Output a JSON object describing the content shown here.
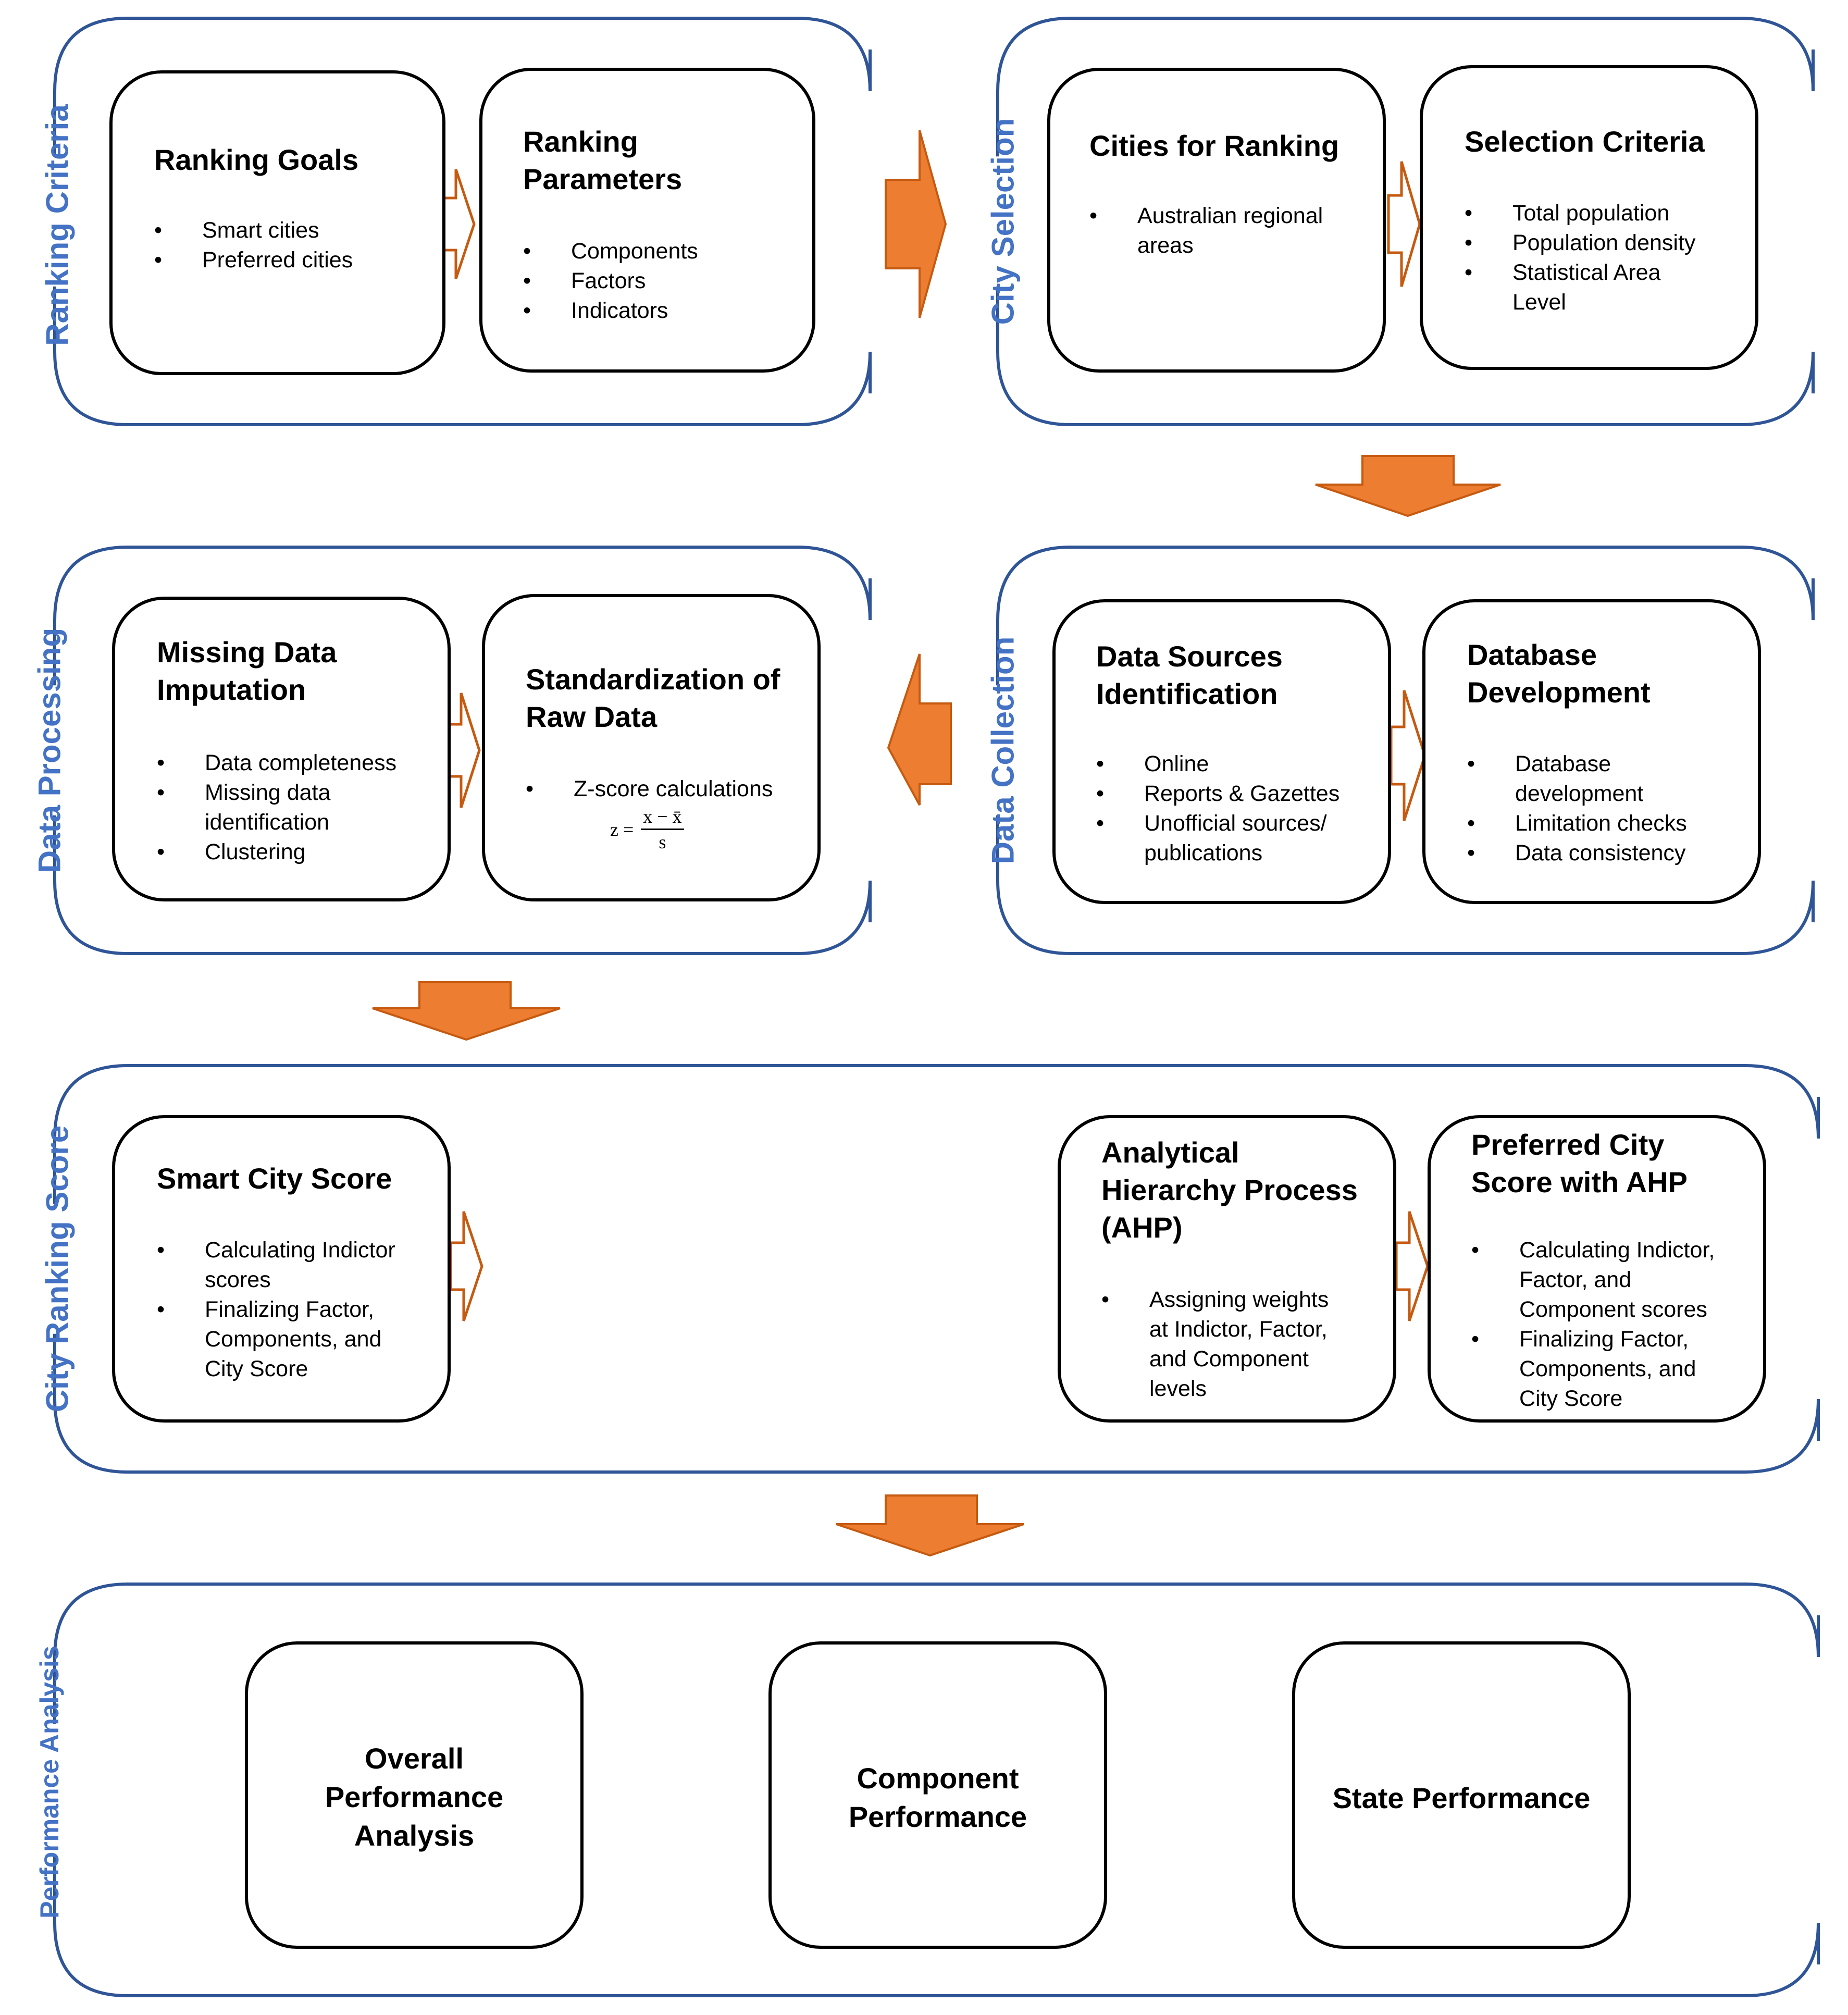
{
  "sections": {
    "ranking_criteria": "Ranking Criteria",
    "city_selection": "City Selection",
    "data_processing": "Data Processing",
    "data_collection": "Data Collection",
    "city_ranking_score": "City Ranking Score",
    "performance_analysis": "Performance Analysis"
  },
  "boxes": {
    "ranking_goals": {
      "title": "Ranking Goals",
      "items": [
        "Smart cities",
        "Preferred cities"
      ]
    },
    "ranking_parameters": {
      "title_lines": [
        "Ranking",
        "Parameters"
      ],
      "items": [
        "Components",
        "Factors",
        "Indicators"
      ]
    },
    "cities_for_ranking": {
      "title": "Cities for Ranking",
      "items": [
        [
          "Australian regional",
          "areas"
        ]
      ]
    },
    "selection_criteria": {
      "title": "Selection Criteria",
      "items": [
        [
          "Total population"
        ],
        [
          "Population density"
        ],
        [
          "Statistical Area",
          "Level"
        ]
      ]
    },
    "missing_data": {
      "title_lines": [
        "Missing Data",
        "Imputation"
      ],
      "items": [
        [
          "Data completeness"
        ],
        [
          "Missing data",
          "identification"
        ],
        [
          "Clustering"
        ]
      ]
    },
    "standardization": {
      "title_lines": [
        "Standardization of",
        "Raw Data"
      ],
      "items": [
        "Z-score calculations"
      ],
      "formula": {
        "lhs": "z =",
        "numerator": "x − x̄",
        "denominator": "s"
      }
    },
    "data_sources": {
      "title_lines": [
        "Data Sources",
        "Identification"
      ],
      "items": [
        [
          "Online"
        ],
        [
          "Reports & Gazettes"
        ],
        [
          "Unofficial sources/",
          "publications"
        ]
      ]
    },
    "database_development": {
      "title_lines": [
        "Database",
        "Development"
      ],
      "items": [
        [
          "Database",
          "development"
        ],
        [
          "Limitation checks"
        ],
        [
          "Data consistency"
        ]
      ]
    },
    "smart_city_score": {
      "title": "Smart City Score",
      "items": [
        [
          "Calculating Indictor",
          "scores"
        ],
        [
          "Finalizing  Factor,",
          "Components,  and",
          "City Score"
        ]
      ]
    },
    "ahp": {
      "title_lines": [
        "Analytical",
        "Hierarchy Process",
        "(AHP)"
      ],
      "items": [
        [
          "Assigning weights",
          "at Indictor,  Factor,",
          "and  Component",
          "levels"
        ]
      ]
    },
    "preferred_city": {
      "title_lines": [
        "Preferred City",
        "Score with AHP"
      ],
      "items": [
        [
          "Calculating Indictor,",
          "Factor,  and",
          "Component   scores"
        ],
        [
          "Finalizing  Factor,",
          "Components,   and",
          "City Score"
        ]
      ]
    },
    "overall_performance": {
      "title_lines": [
        "Overall",
        "Performance",
        "Analysis"
      ]
    },
    "component_performance": {
      "title_lines": [
        "Component",
        "Performance"
      ]
    },
    "state_performance": {
      "title_lines": [
        "State Performance"
      ]
    }
  },
  "colors": {
    "section_border": "#2f5597",
    "section_label": "#4472c4",
    "arrow_fill": "#ed7d31",
    "arrow_stroke": "#c55a11",
    "box_border": "#000000"
  }
}
